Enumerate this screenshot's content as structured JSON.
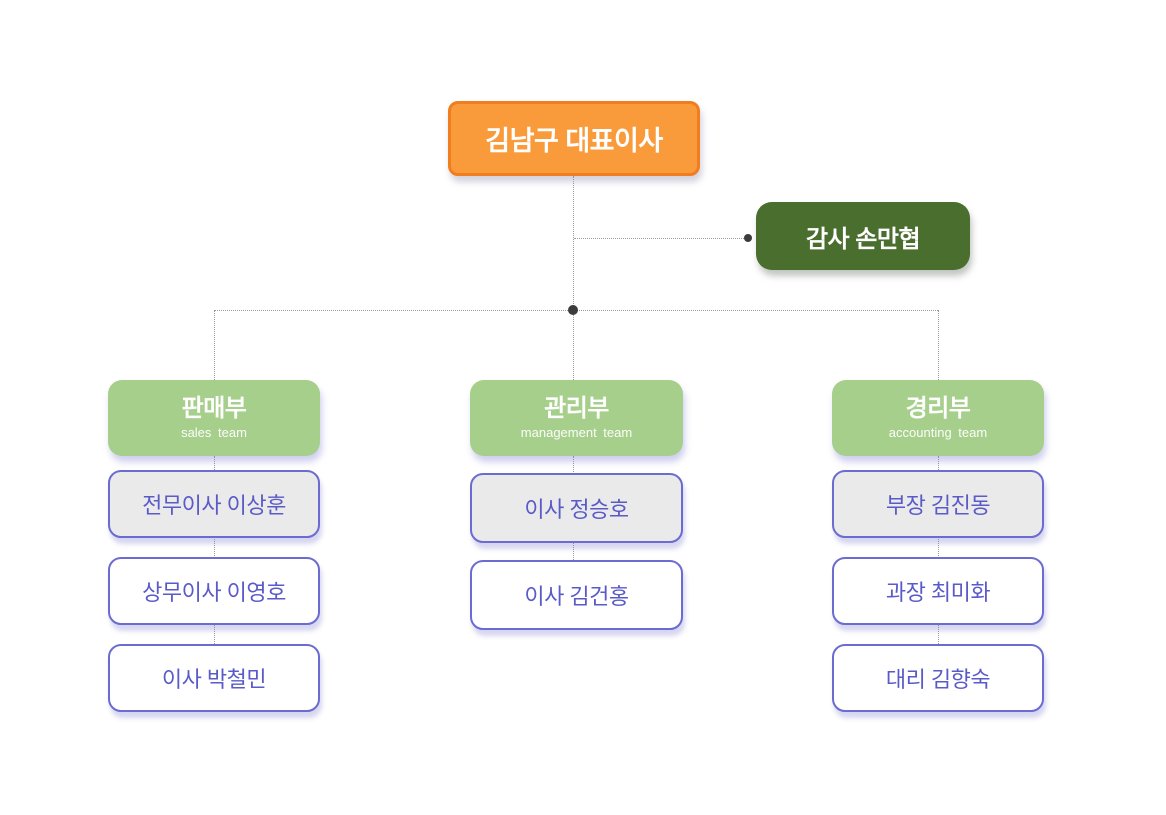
{
  "org_chart": {
    "ceo": {
      "label": "김남구 대표이사"
    },
    "auditor": {
      "label": "감사 손만협"
    },
    "departments": [
      {
        "title": "판매부",
        "subtitle": "sales team",
        "members": [
          {
            "label": "전무이사 이상훈"
          },
          {
            "label": "상무이사 이영호"
          },
          {
            "label": "이사 박철민"
          }
        ]
      },
      {
        "title": "관리부",
        "subtitle": "management team",
        "members": [
          {
            "label": "이사 정승호"
          },
          {
            "label": "이사 김건홍"
          }
        ]
      },
      {
        "title": "경리부",
        "subtitle": "accounting team",
        "members": [
          {
            "label": "부장 김진동"
          },
          {
            "label": "과장 최미화"
          },
          {
            "label": "대리 김향숙"
          }
        ]
      }
    ],
    "colors": {
      "ceo_fill": "#f99b3b",
      "ceo_border": "#f17d21",
      "auditor_fill": "#4a6e2e",
      "department_fill": "#a7cf8c",
      "member_border": "#6b6bd1",
      "member_text": "#5a5ac8",
      "member_first_fill": "#eaeaea",
      "connector_line": "#9a9a9a",
      "connector_dot": "#3c3c3c"
    }
  }
}
